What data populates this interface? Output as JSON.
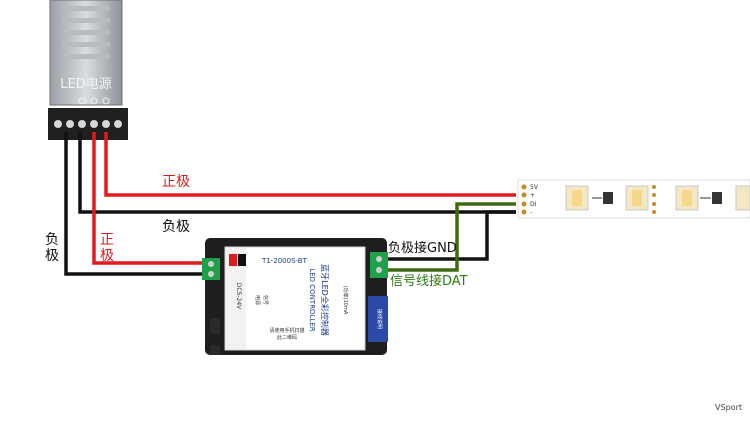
{
  "power_supply": {
    "brand_text": "LED电源"
  },
  "wire_labels": {
    "positive_top": "正极",
    "negative_top": "负极",
    "negative_left": [
      "负",
      "极"
    ],
    "positive_left": [
      "正",
      "极"
    ],
    "negative_to_gnd": "负极接GND",
    "signal_to_dat": "信号线接DAT"
  },
  "strip": {
    "pin_labels": [
      "5V",
      "+",
      "DI",
      "-"
    ]
  },
  "controller": {
    "model": "T1-2000S-BT",
    "title_cn": "蓝牙LED全彩控制器",
    "title_en": "LED CONTROLLER",
    "input_spec": "DC5-24V",
    "spec_line": "(功率)10mA",
    "side_text_1": "电源",
    "side_text_2": "信号",
    "small_text_1": "请使用手机扫描",
    "small_text_2": "此二维码",
    "side_label_right": "接线说明"
  },
  "watermark": "VSport",
  "colors": {
    "red_wire": "#e11b1b",
    "black_wire": "#111111",
    "green_wire": "#3f6a12",
    "label_red": "#e11b1b",
    "label_green": "#2e7d12"
  }
}
